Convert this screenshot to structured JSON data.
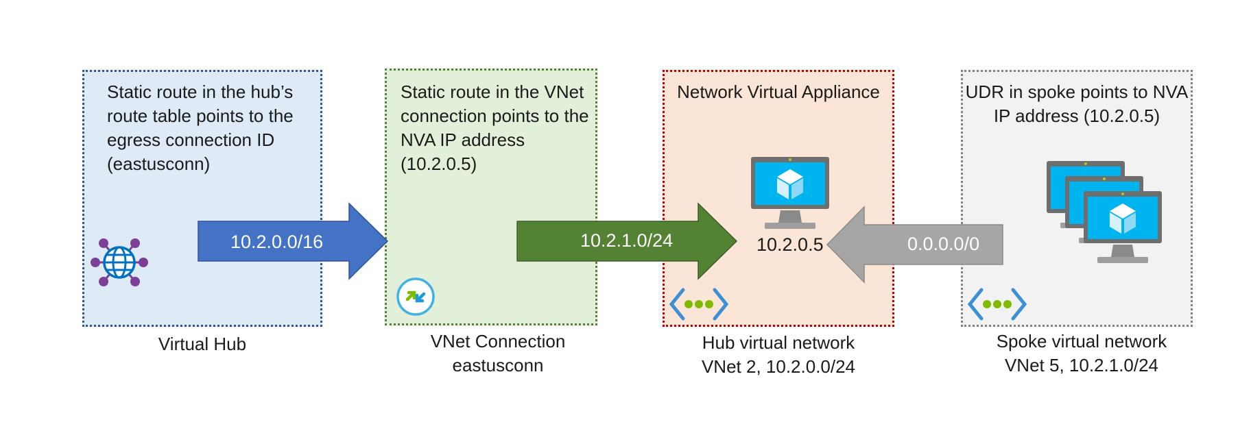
{
  "colors": {
    "hub_fill": "#deebf7",
    "hub_border": "#2f5597",
    "vnet_fill": "#e2f0d9",
    "vnet_border": "#548235",
    "nva_fill": "#fbe5d6",
    "nva_border": "#c00000",
    "spoke_fill": "#f2f2f2",
    "spoke_border": "#808080",
    "arrow_blue": "#4472c4",
    "arrow_green": "#548235",
    "arrow_gray": "#a6a6a6",
    "icon_cyan": "#00b4f0",
    "vnet_dots": "#7fba00",
    "hub_node": "#7b3f98"
  },
  "virtual_hub": {
    "description": "Static route in the hub’s route table points to the egress connection ID (eastusconn)",
    "caption": "Virtual Hub",
    "icon": "virtual-hub-globe-icon"
  },
  "vnet_connection": {
    "description": "Static route in the VNet connection points to the NVA IP address (10.2.0.5)",
    "caption_line1": "VNet Connection",
    "caption_line2": "eastusconn",
    "icon": "vnet-connection-icon"
  },
  "nva": {
    "title": "Network Virtual Appliance",
    "ip": "10.2.0.5",
    "caption_line1": "Hub virtual network",
    "caption_line2": "VNet 2, 10.2.0.0/24",
    "icon": "virtual-machine-icon"
  },
  "spoke": {
    "description": "UDR in spoke points to NVA IP address (10.2.0.5)",
    "caption_line1": "Spoke virtual network",
    "caption_line2": "VNet 5, 10.2.1.0/24",
    "icon": "virtual-machine-stack-icon"
  },
  "arrows": {
    "hub_to_vnet": "10.2.0.0/16",
    "vnet_to_nva": "10.2.1.0/24",
    "spoke_to_nva": "0.0.0.0/0"
  }
}
